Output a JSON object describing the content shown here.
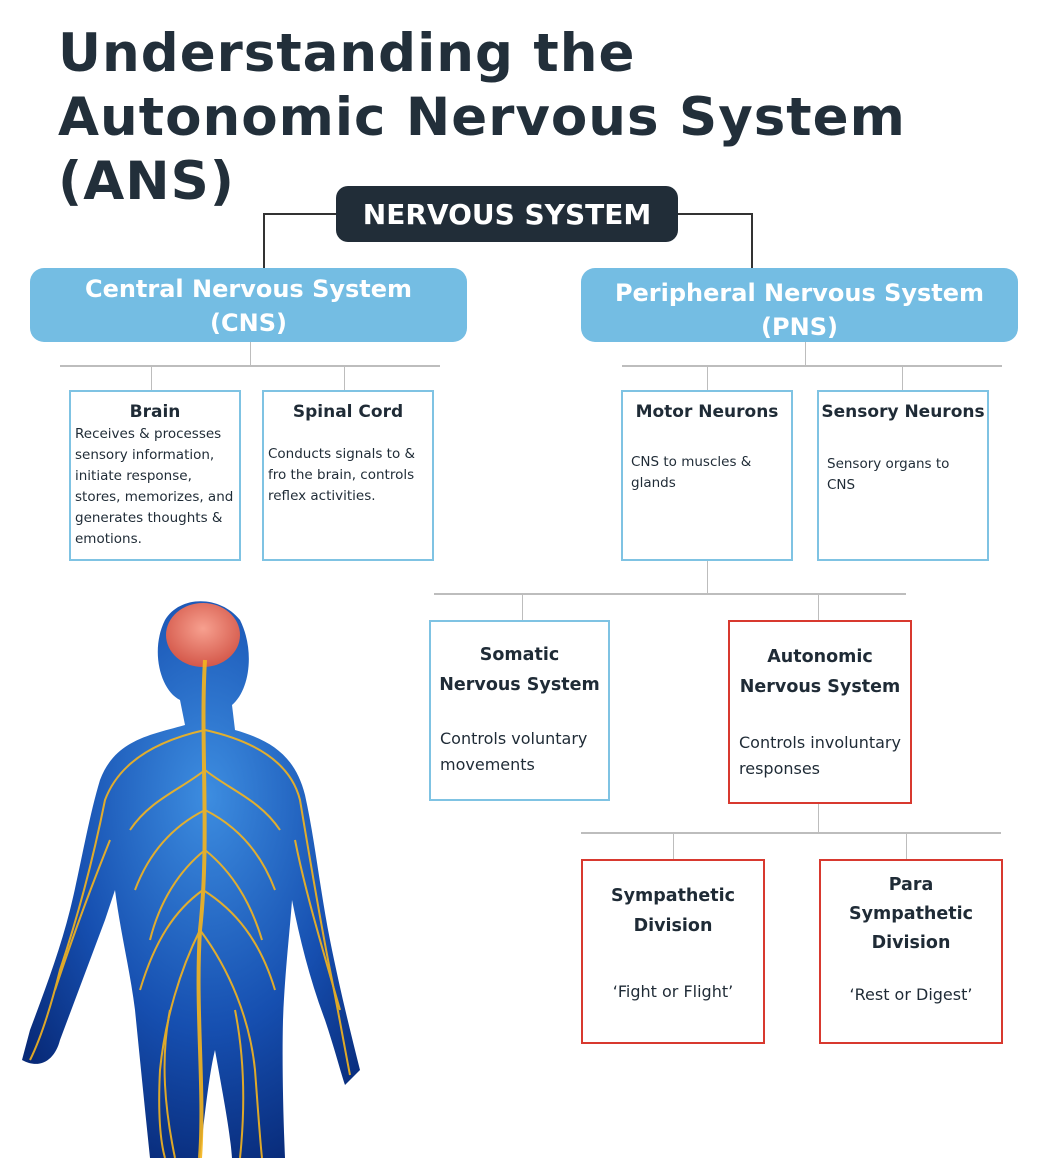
{
  "title": {
    "line1": "Understanding the",
    "line2": "Autonomic Nervous System (ANS)"
  },
  "root": {
    "label": "NERVOUS SYSTEM"
  },
  "cns": {
    "line1": "Central Nervous System",
    "line2": "(CNS)"
  },
  "pns": {
    "line1": "Peripheral Nervous System",
    "line2": "(PNS)"
  },
  "brain": {
    "heading": "Brain",
    "text": "Receives & processes sensory information, initiate response, stores, memorizes, and generates thoughts & emotions."
  },
  "spinal": {
    "heading": "Spinal Cord",
    "text": "Conducts signals to & fro the brain, controls reflex activities."
  },
  "motor": {
    "heading": "Motor Neurons",
    "text": "CNS to muscles & glands"
  },
  "sensory": {
    "heading": "Sensory Neurons",
    "text": "Sensory organs to CNS"
  },
  "somatic": {
    "line1": "Somatic",
    "line2": "Nervous System",
    "text": "Controls voluntary movements"
  },
  "autonomic": {
    "line1": "Autonomic",
    "line2": "Nervous System",
    "text": "Controls involuntary responses"
  },
  "sympathetic": {
    "line1": "Sympathetic",
    "line2": "Division",
    "text": "‘Fight or Flight’"
  },
  "parasympathetic": {
    "line1": "Para",
    "line2": "Sympathetic",
    "line3": "Division",
    "text": "‘Rest or Digest’"
  },
  "colors": {
    "dark": "#212d38",
    "blue": "#74bde3",
    "box_blue": "#7fc3e3",
    "red": "#d8392f",
    "nerve": "#f5b51e"
  }
}
